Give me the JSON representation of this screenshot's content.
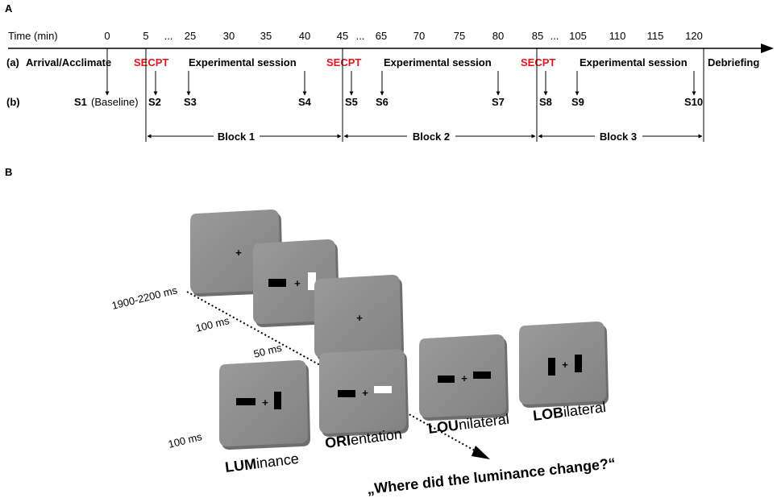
{
  "panel_a": {
    "label": "A",
    "axis_label": "Time (min)",
    "ticks": [
      "0",
      "5",
      "...",
      "25",
      "30",
      "35",
      "40",
      "45",
      "...",
      "65",
      "70",
      "75",
      "80",
      "85",
      "...",
      "105",
      "110",
      "115",
      "120"
    ],
    "row_a_label": "(a)",
    "row_b_label": "(b)",
    "events": {
      "arrival": "Arrival/Acclimate",
      "secpt": "SECPT",
      "session": "Experimental session",
      "debriefing": "Debriefing"
    },
    "samples": {
      "s1": "S1",
      "s1_note": "(Baseline)",
      "s2": "S2",
      "s3": "S3",
      "s4": "S4",
      "s5": "S5",
      "s6": "S6",
      "s7": "S7",
      "s8": "S8",
      "s9": "S9",
      "s10": "S10"
    },
    "blocks": [
      "Block 1",
      "Block 2",
      "Block 3"
    ],
    "colors": {
      "secpt": "#e3141b"
    }
  },
  "panel_b": {
    "label": "B",
    "durations": [
      "1900-2200 ms",
      "100 ms",
      "50 ms",
      "100 ms"
    ],
    "fixation": "+",
    "conditions": [
      {
        "bold": "LUM",
        "rest": "inance"
      },
      {
        "bold": "ORI",
        "rest": "entation"
      },
      {
        "bold": "LOU",
        "rest": "nilateral"
      },
      {
        "bold": "LOB",
        "rest": "ilateral"
      }
    ],
    "question": "„Where did the luminance change?“",
    "colors": {
      "screen": "#8c8c8c",
      "screen_edge": "#6e6e6e"
    }
  }
}
